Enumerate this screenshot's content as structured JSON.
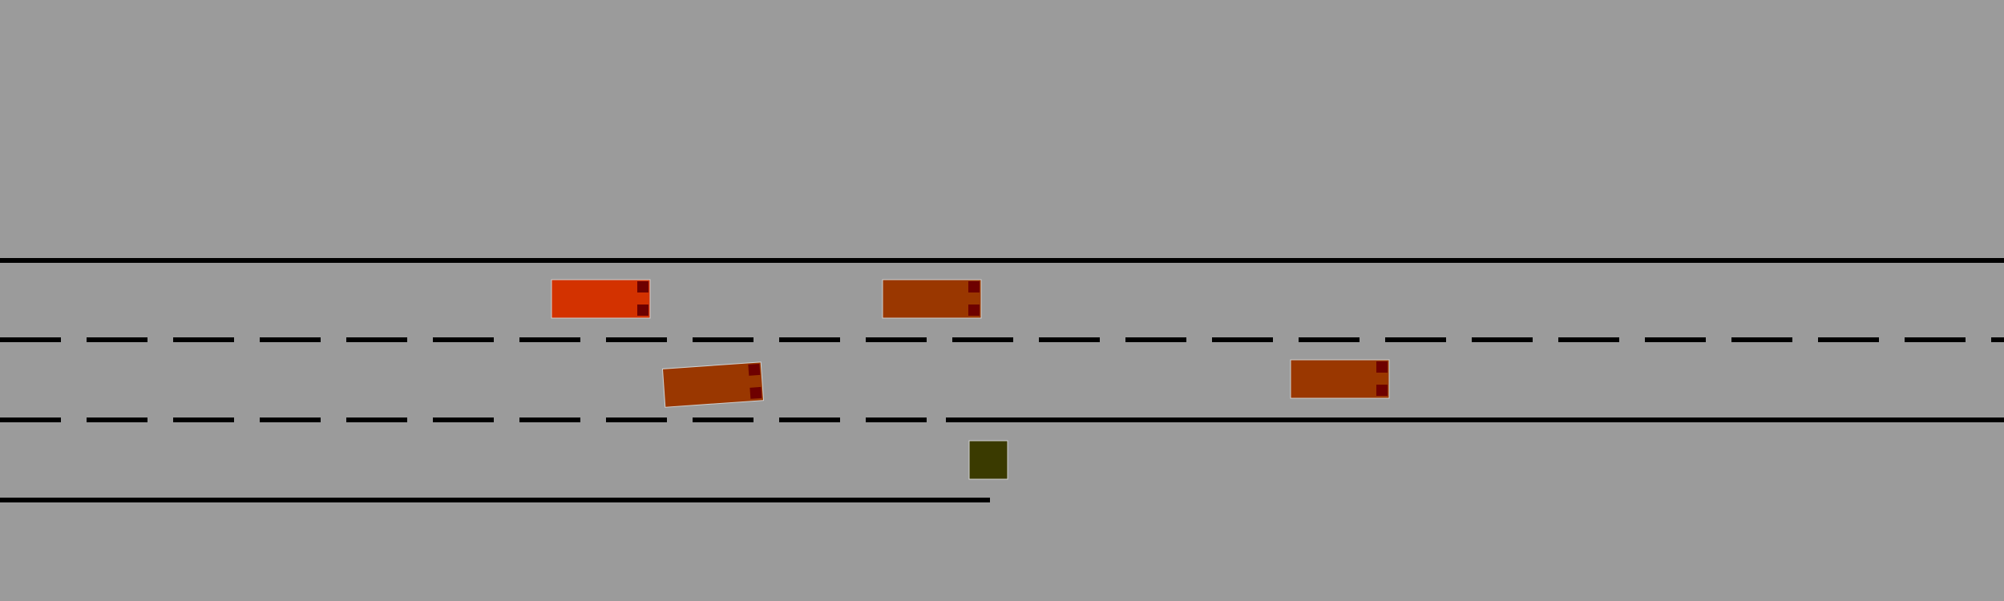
{
  "colors": {
    "background": "#9b9b9b",
    "road_line": "#000000",
    "vehicle_bright": "#d33200",
    "vehicle": "#9a3700",
    "taillight": "#6e0000",
    "obstacle": "#3a3a00",
    "outline": "#d0d0d0"
  },
  "road": {
    "lane_count": 3,
    "merge_lane": true
  },
  "vehicles": [
    {
      "name": "vehicle-ego",
      "lane": 1,
      "heading_deg": 0,
      "color": "bright"
    },
    {
      "name": "vehicle-1",
      "lane": 1,
      "heading_deg": 0,
      "color": "normal"
    },
    {
      "name": "vehicle-2",
      "lane": 2,
      "heading_deg": -4,
      "color": "normal"
    },
    {
      "name": "vehicle-3",
      "lane": 2,
      "heading_deg": 0,
      "color": "normal"
    }
  ],
  "obstacles": [
    {
      "name": "merge-end-obstacle",
      "shape": "square"
    }
  ]
}
